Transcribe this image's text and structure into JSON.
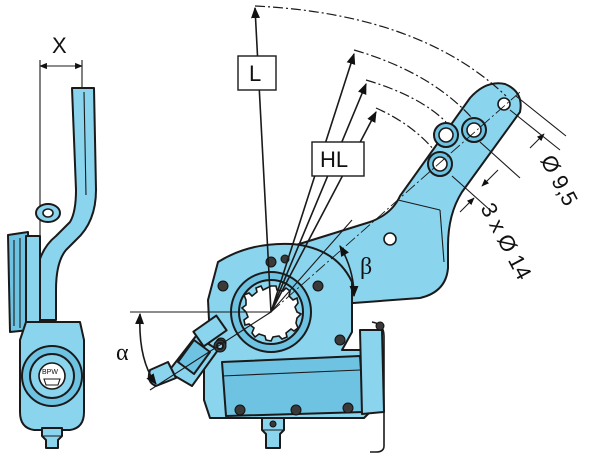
{
  "labels": {
    "x": "X",
    "l": "L",
    "hl": "HL",
    "alpha": "α",
    "beta": "β",
    "dia_small": "Ø 9,5",
    "dia_holes": "3 x Ø 14",
    "logo": "BPW"
  }
}
